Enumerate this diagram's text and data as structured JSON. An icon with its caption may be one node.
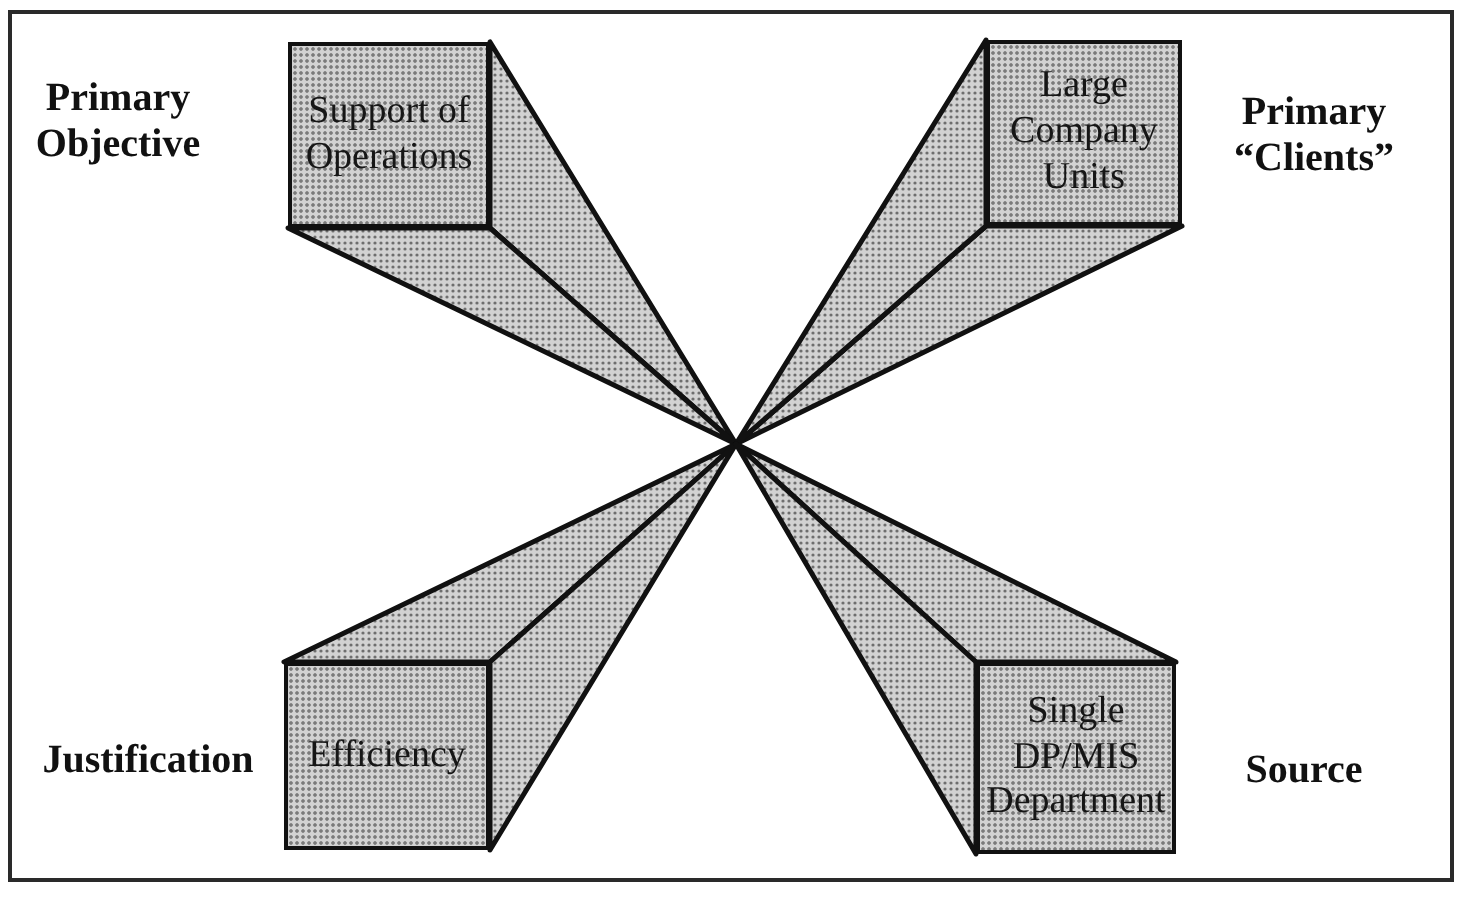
{
  "diagram": {
    "nodes": [
      {
        "text": [
          "Support of Operations"
        ],
        "beside": [
          "Primary Objective"
        ]
      },
      {
        "text": [
          "Large Company Units"
        ],
        "beside": [
          "Primary “Clients”"
        ]
      },
      {
        "text": [
          "Efficiency"
        ],
        "beside": [
          "Justification"
        ]
      },
      {
        "text": [
          "Single DP/MIS Department"
        ],
        "beside": [
          "Source"
        ]
      }
    ]
  }
}
